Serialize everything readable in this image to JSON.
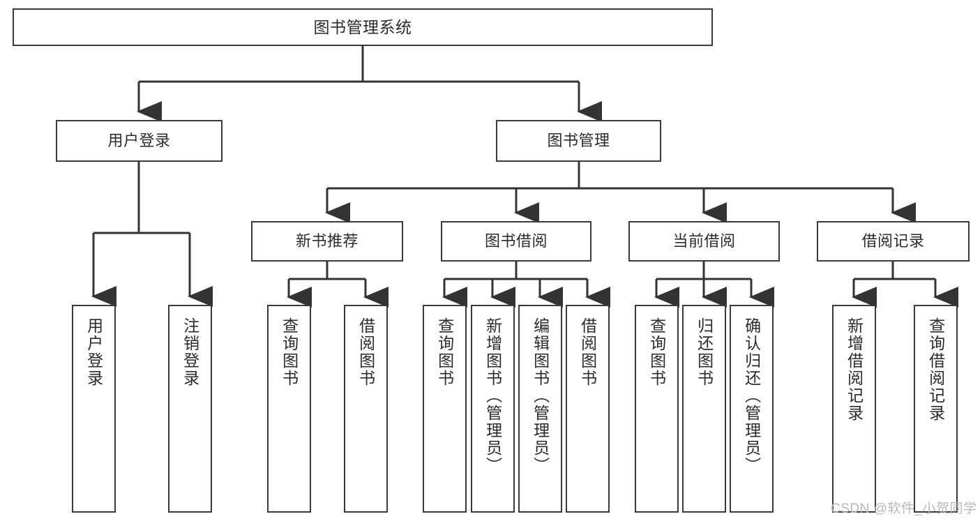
{
  "diagram": {
    "type": "hierarchy-tree",
    "title": "图书管理系统",
    "levels": {
      "root": {
        "label": "图书管理系统"
      },
      "level2": [
        {
          "label": "用户登录"
        },
        {
          "label": "图书管理"
        }
      ],
      "level3": [
        {
          "label": "新书推荐"
        },
        {
          "label": "图书借阅"
        },
        {
          "label": "当前借阅"
        },
        {
          "label": "借阅记录"
        }
      ]
    },
    "leaves": {
      "user_login": [
        {
          "label": "用户登录"
        },
        {
          "label": "注销登录"
        }
      ],
      "new_book_recommend": [
        {
          "label": "查询图书"
        },
        {
          "label": "借阅图书"
        }
      ],
      "book_borrow": [
        {
          "label": "查询图书"
        },
        {
          "label": "新增图书（管理员）"
        },
        {
          "label": "编辑图书（管理员）"
        },
        {
          "label": "借阅图书"
        }
      ],
      "current_borrow": [
        {
          "label": "查询图书"
        },
        {
          "label": "归还图书"
        },
        {
          "label": "确认归还（管理员）"
        }
      ],
      "borrow_record": [
        {
          "label": "新增借阅记录"
        },
        {
          "label": "查询借阅记录"
        }
      ]
    }
  },
  "watermark": {
    "text": "CSDN @软件_小贺同学"
  },
  "colors": {
    "box_border": "#3a3a3a",
    "connector": "#333333",
    "background": "#ffffff",
    "text": "#2b2b2b",
    "watermark": "#b9b9b9"
  }
}
